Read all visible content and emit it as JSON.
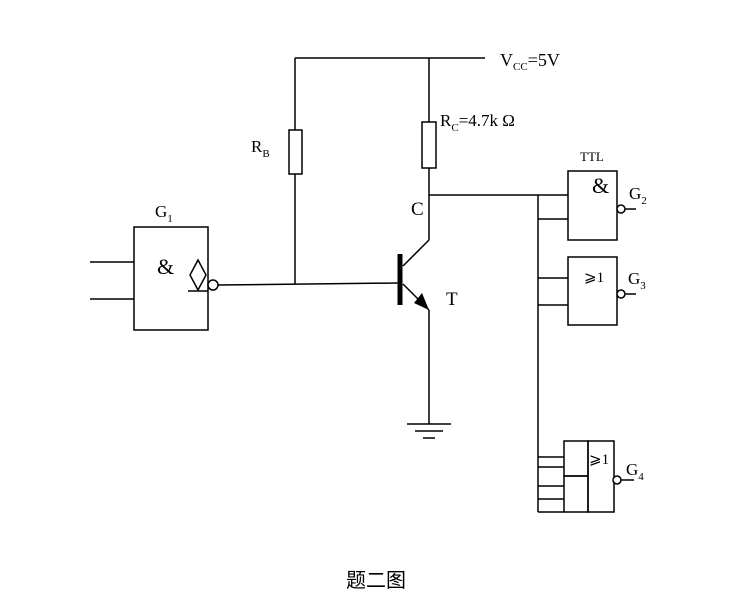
{
  "supply": {
    "v": "V",
    "sub": "CC",
    "value": "=5V"
  },
  "rb": {
    "r": "R",
    "sub": "B"
  },
  "rc": {
    "r": "R",
    "sub": "C",
    "value": "=4.7k Ω"
  },
  "transistor": {
    "collector": "C",
    "name": "T"
  },
  "g1": {
    "g": "G",
    "sub": "1",
    "symbol": "&"
  },
  "g2": {
    "g": "G",
    "sub": "2",
    "symbol": "&",
    "family": "TTL"
  },
  "g3": {
    "g": "G",
    "sub": "3",
    "symbol": "⩾1"
  },
  "g4": {
    "g": "G",
    "sub": "4",
    "symbol": "⩾1"
  },
  "caption": "题二图"
}
